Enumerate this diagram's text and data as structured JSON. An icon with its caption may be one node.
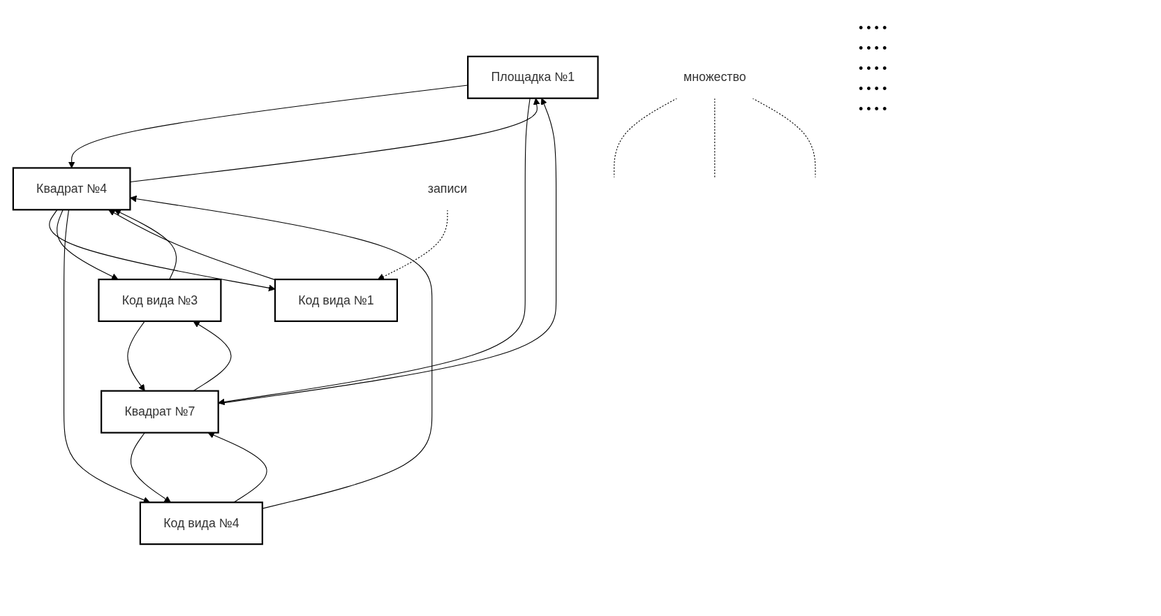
{
  "diagram": {
    "nodes": [
      {
        "text": [
          "Площадка №1"
        ]
      },
      {
        "text": [
          "Квадрат №4"
        ]
      },
      {
        "text": [
          "Квадрат №7"
        ]
      },
      {
        "text": [
          "Код вида №1"
        ]
      },
      {
        "text": [
          "Код вида №3"
        ]
      },
      {
        "text": [
          "Код вида №4"
        ]
      },
      {
        "text": [
          "множество"
        ]
      },
      {
        "text": [
          "записи"
        ]
      }
    ],
    "edges": [
      {
        "from": 2,
        "to": 0,
        "arrow": "to"
      },
      {
        "from": 0,
        "to": 1,
        "arrow": "to"
      },
      {
        "from": 0,
        "to": 2,
        "arrow": "to"
      },
      {
        "from": 1,
        "to": 0,
        "arrow": "to"
      },
      {
        "from": 1,
        "to": 3,
        "arrow": "to"
      },
      {
        "from": 3,
        "to": 1,
        "arrow": "to"
      },
      {
        "from": 1,
        "to": 4,
        "arrow": "to"
      },
      {
        "from": 4,
        "to": 1,
        "arrow": "to"
      },
      {
        "from": 1,
        "to": 5,
        "arrow": "to"
      },
      {
        "from": 5,
        "to": 1,
        "arrow": "to"
      },
      {
        "from": 2,
        "to": 4,
        "arrow": "to"
      },
      {
        "from": 4,
        "to": 2,
        "arrow": "to"
      },
      {
        "from": 2,
        "to": 5,
        "arrow": "to"
      },
      {
        "from": 5,
        "to": 2,
        "arrow": "to"
      },
      {
        "from": 6,
        "to": null,
        "arrow": "none",
        "style": "dashed"
      },
      {
        "from": 6,
        "to": null,
        "arrow": "none",
        "style": "dashed"
      },
      {
        "from": 6,
        "to": null,
        "arrow": "none",
        "style": "dashed"
      },
      {
        "from": 7,
        "to": 3,
        "arrow": "to",
        "style": "dashed"
      }
    ],
    "labels": [
      "• • • •",
      "• • • •",
      "• • • •",
      "• • • •",
      "• • • •"
    ]
  }
}
